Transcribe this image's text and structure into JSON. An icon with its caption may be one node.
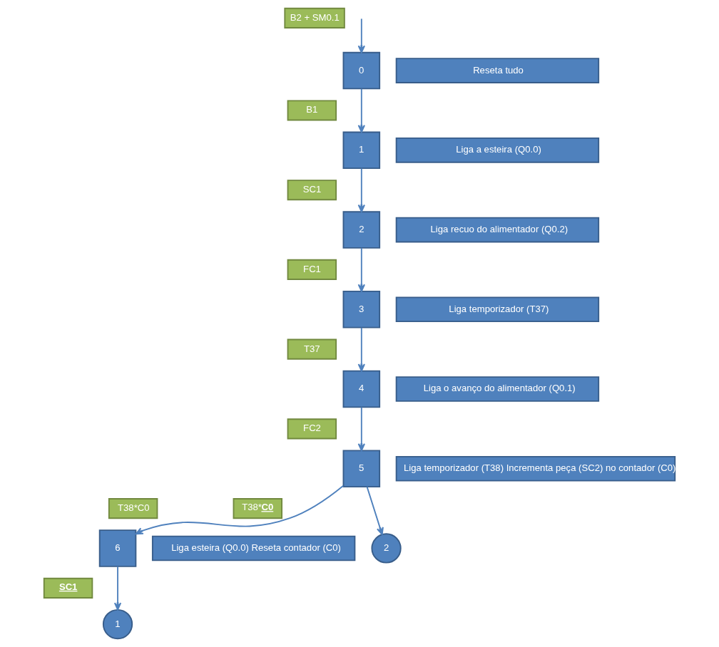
{
  "diagram": {
    "nodes": [
      {
        "text": [
          "B2 + SM0.1"
        ]
      },
      {
        "text": [
          "0"
        ]
      },
      {
        "text": [
          "Reseta tudo"
        ]
      },
      {
        "text": [
          "B1"
        ]
      },
      {
        "text": [
          "1"
        ]
      },
      {
        "text": [
          "Liga a esteira (Q0.0)"
        ]
      },
      {
        "text": [
          "SC1"
        ]
      },
      {
        "text": [
          "2"
        ]
      },
      {
        "text": [
          "Liga recuo do alimentador (Q0.2)"
        ]
      },
      {
        "text": [
          "FC1"
        ]
      },
      {
        "text": [
          "3"
        ]
      },
      {
        "text": [
          "Liga temporizador (T37)"
        ]
      },
      {
        "text": [
          "T37"
        ]
      },
      {
        "text": [
          "4"
        ]
      },
      {
        "text": [
          "Liga o avanço do alimentador (Q0.1)"
        ]
      },
      {
        "text": [
          "FC2"
        ]
      },
      {
        "text": [
          "5"
        ]
      },
      {
        "text": [
          "Liga temporizador (T38) Incrementa peça (SC2) no contador (C0)"
        ]
      },
      {
        "text": [
          "T38*C0"
        ]
      },
      {
        "text": [
          "T38***C0**"
        ]
      },
      {
        "text": [
          "6"
        ]
      },
      {
        "text": [
          "Liga esteira (Q0.0) Reseta contador (C0)"
        ]
      },
      {
        "text": [
          "**SC1**"
        ]
      },
      {
        "text": [
          "1"
        ]
      },
      {
        "text": [
          "2"
        ]
      }
    ],
    "edges": [
      {
        "from": null,
        "to": 1,
        "arrow": "to"
      },
      {
        "from": 1,
        "to": 4,
        "arrow": "to"
      },
      {
        "from": 4,
        "to": 7,
        "arrow": "to"
      },
      {
        "from": 7,
        "to": 10,
        "arrow": "to"
      },
      {
        "from": 10,
        "to": 13,
        "arrow": "to"
      },
      {
        "from": 13,
        "to": 16,
        "arrow": "to"
      },
      {
        "from": 16,
        "to": 20,
        "arrow": "to"
      },
      {
        "from": 16,
        "to": 24,
        "arrow": "to"
      },
      {
        "from": 20,
        "to": 23,
        "arrow": "to"
      }
    ]
  }
}
